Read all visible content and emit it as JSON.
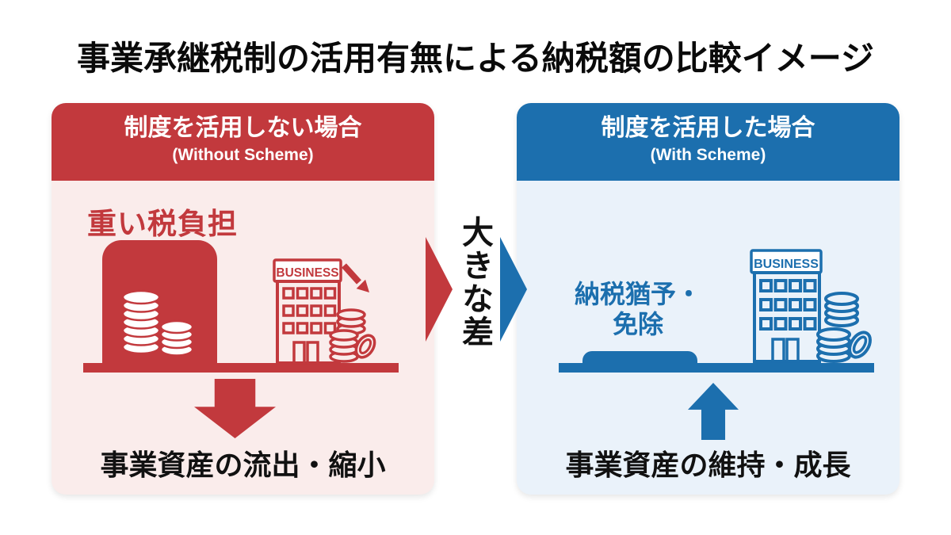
{
  "title": "事業承継税制の活用有無による納税額の比較イメージ",
  "center": {
    "difference_label": "大きな差"
  },
  "left_panel": {
    "header_title": "制度を活用しない場合",
    "header_subtitle": "(Without Scheme)",
    "burden_label": "重い税負担",
    "building_sign": "BUSINESS",
    "caption": "事業資産の流出・縮小"
  },
  "right_panel": {
    "header_title": "制度を活用した場合",
    "header_subtitle": "(With Scheme)",
    "relief_label_line1": "納税猶予・",
    "relief_label_line2": "免除",
    "building_sign": "BUSINESS",
    "caption": "事業資産の維持・成長"
  },
  "colors": {
    "red": "#c2393d",
    "red_panel_bg": "#faeceb",
    "blue": "#1c6fae",
    "blue_panel_bg": "#eaf2fa",
    "text": "#111111",
    "background": "#ffffff"
  }
}
